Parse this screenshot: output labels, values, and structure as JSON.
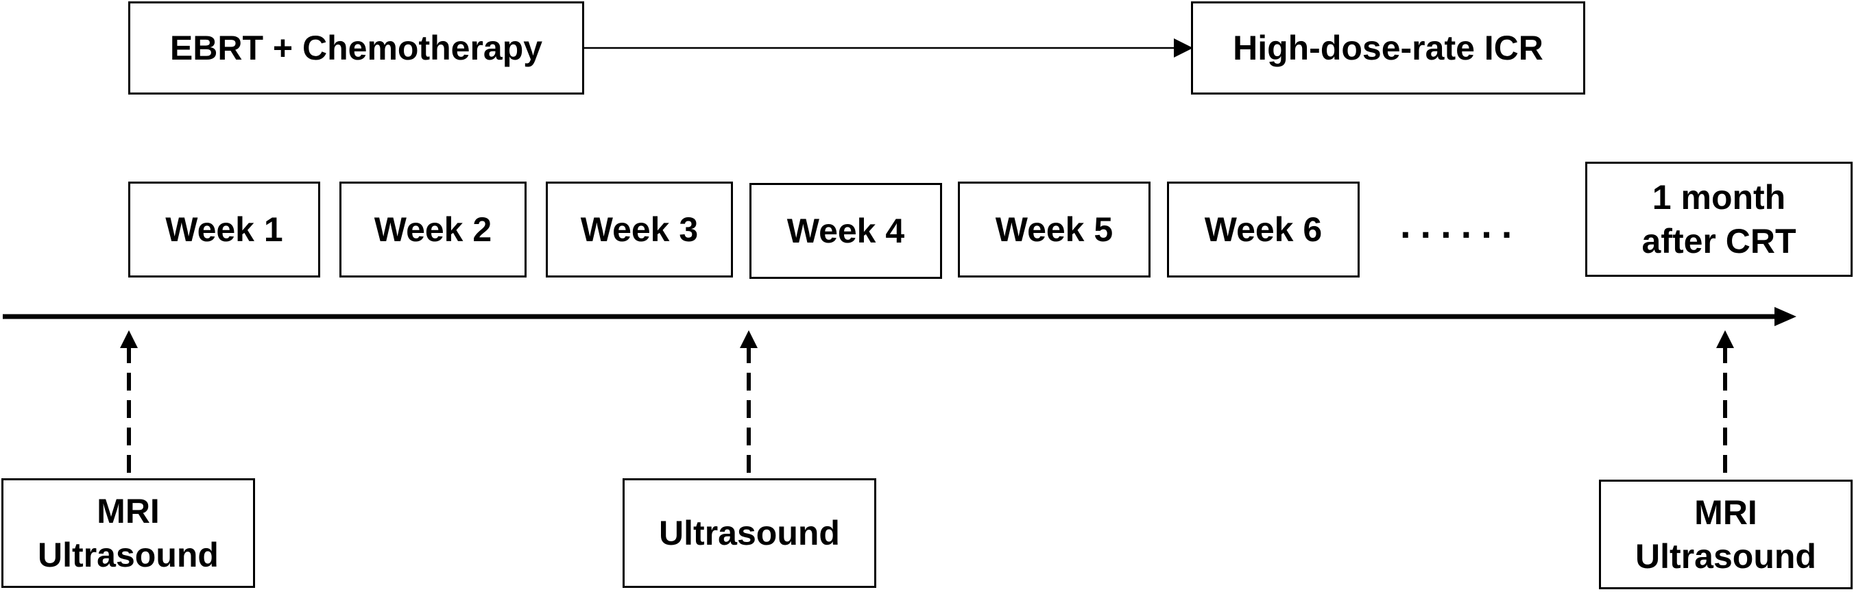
{
  "phases": {
    "ebrt_chemo": "EBRT + Chemotherapy",
    "hdr_icr": "High-dose-rate ICR"
  },
  "weeks": [
    "Week 1",
    "Week 2",
    "Week 3",
    "Week 4",
    "Week 5",
    "Week 6"
  ],
  "ellipsis": "......",
  "followup": {
    "line1": "1 month",
    "line2": "after CRT"
  },
  "imaging": {
    "baseline": {
      "line1": "MRI",
      "line2": "Ultrasound"
    },
    "midtreatment": {
      "line1": "Ultrasound"
    },
    "followup": {
      "line1": "MRI",
      "line2": "Ultrasound"
    }
  }
}
